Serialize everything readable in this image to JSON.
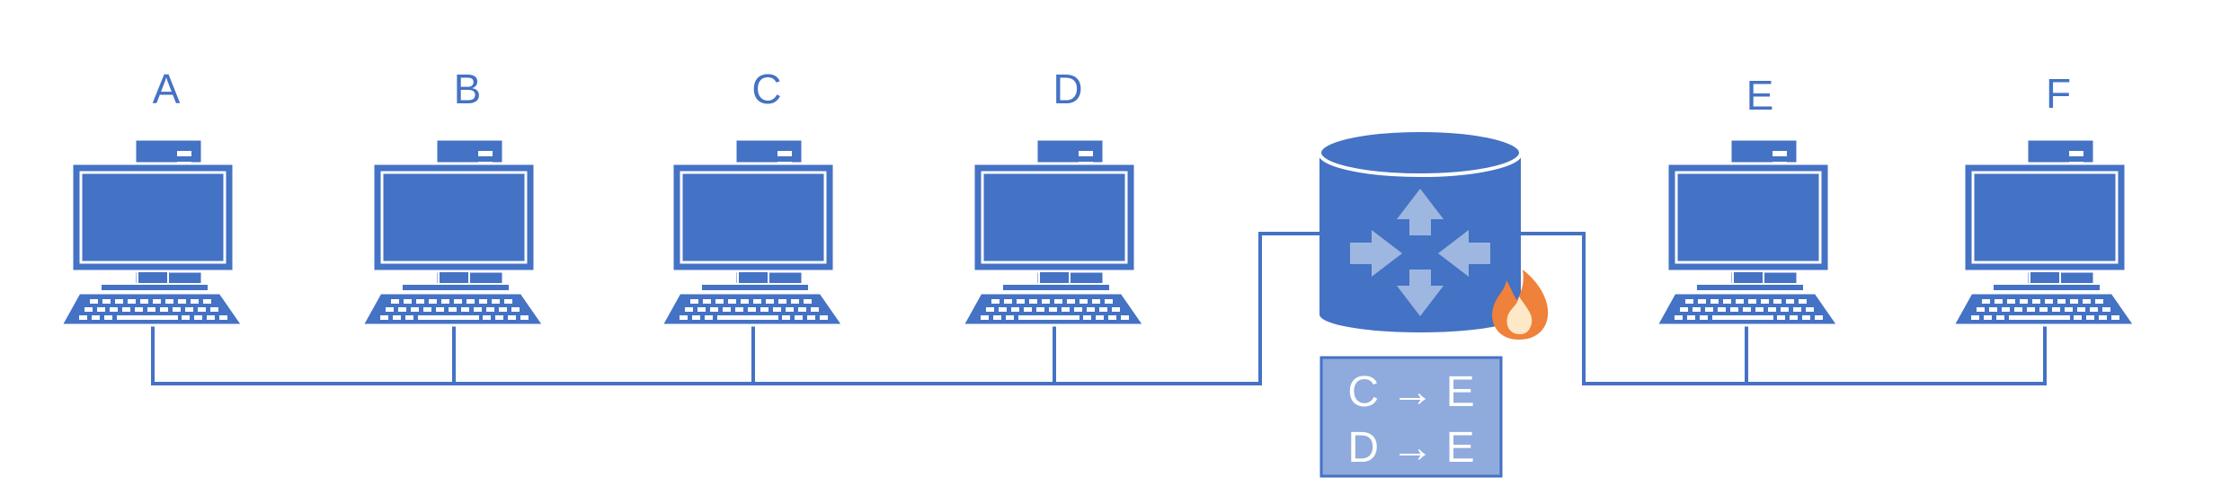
{
  "diagram": {
    "nodes": [
      {
        "id": "A",
        "label": "A"
      },
      {
        "id": "B",
        "label": "B"
      },
      {
        "id": "C",
        "label": "C"
      },
      {
        "id": "D",
        "label": "D"
      },
      {
        "id": "E",
        "label": "E"
      },
      {
        "id": "F",
        "label": "F"
      }
    ],
    "firewall": {
      "icon": "router-cylinder-icon",
      "badge_icon": "flame-icon",
      "rules": [
        {
          "text": "C → E"
        },
        {
          "text": "D → E"
        }
      ]
    }
  },
  "colors": {
    "primary": "#4472C4",
    "rules_box": "#8FAADC",
    "rules_text": "#FFFFFF",
    "label_text": "#4472C4",
    "flame_outer": "#F0813A",
    "flame_inner": "#FDE8C8"
  }
}
